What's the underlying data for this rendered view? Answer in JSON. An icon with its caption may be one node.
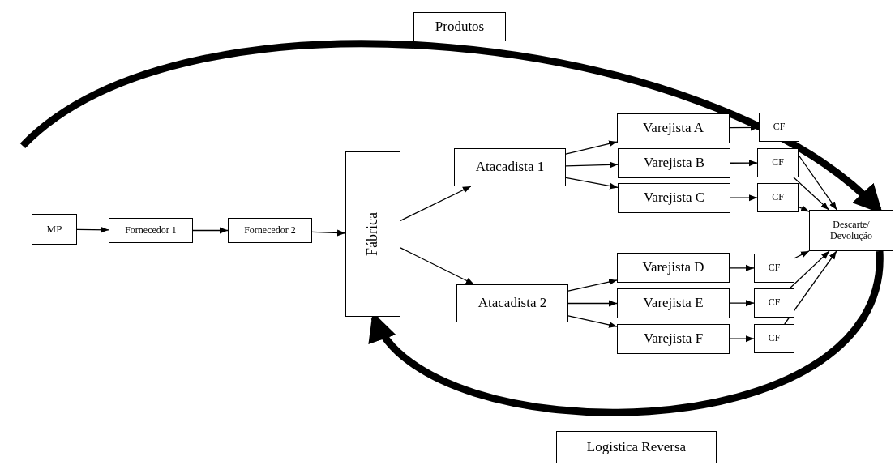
{
  "diagram": {
    "nodes": [
      {
        "text": [
          "Produtos"
        ]
      },
      {
        "text": [
          "MP"
        ]
      },
      {
        "text": [
          "Fornecedor 1"
        ]
      },
      {
        "text": [
          "Fornecedor 2"
        ]
      },
      {
        "text": [
          "Fábrica"
        ]
      },
      {
        "text": [
          "Atacadista 1"
        ]
      },
      {
        "text": [
          "Varejista A"
        ]
      },
      {
        "text": [
          "CF"
        ]
      },
      {
        "text": [
          "Varejista B"
        ]
      },
      {
        "text": [
          "CF"
        ]
      },
      {
        "text": [
          "Varejista C"
        ]
      },
      {
        "text": [
          "CF"
        ]
      },
      {
        "text": [
          "Descarte/ Devolução"
        ]
      },
      {
        "text": [
          "Atacadista 2"
        ]
      },
      {
        "text": [
          "Varejista D"
        ]
      },
      {
        "text": [
          "CF"
        ]
      },
      {
        "text": [
          "Varejista E"
        ]
      },
      {
        "text": [
          "CF"
        ]
      },
      {
        "text": [
          "Varejista F"
        ]
      },
      {
        "text": [
          "CF"
        ]
      },
      {
        "text": [
          "Logística Reversa"
        ]
      }
    ],
    "edges": [
      {
        "from": 1,
        "to": 2,
        "arrow": "to"
      },
      {
        "from": 2,
        "to": 3,
        "arrow": "to"
      },
      {
        "from": 3,
        "to": 4,
        "arrow": "to"
      },
      {
        "from": 4,
        "to": 5,
        "arrow": "to"
      },
      {
        "from": 4,
        "to": 13,
        "arrow": "to"
      },
      {
        "from": 5,
        "to": 6,
        "arrow": "to"
      },
      {
        "from": 5,
        "to": 8,
        "arrow": "to"
      },
      {
        "from": 5,
        "to": 10,
        "arrow": "to"
      },
      {
        "from": 13,
        "to": 14,
        "arrow": "to"
      },
      {
        "from": 13,
        "to": 16,
        "arrow": "to"
      },
      {
        "from": 13,
        "to": 18,
        "arrow": "to"
      },
      {
        "from": 6,
        "to": 7,
        "arrow": "to"
      },
      {
        "from": 8,
        "to": 9,
        "arrow": "to"
      },
      {
        "from": 10,
        "to": 11,
        "arrow": "to"
      },
      {
        "from": 14,
        "to": 15,
        "arrow": "to"
      },
      {
        "from": 16,
        "to": 17,
        "arrow": "to"
      },
      {
        "from": 18,
        "to": 19,
        "arrow": "to"
      },
      {
        "from": 7,
        "to": 12,
        "arrow": "to"
      },
      {
        "from": 9,
        "to": 12,
        "arrow": "to"
      },
      {
        "from": 11,
        "to": 12,
        "arrow": "to"
      },
      {
        "from": 15,
        "to": 12,
        "arrow": "to"
      },
      {
        "from": 17,
        "to": 12,
        "arrow": "to"
      },
      {
        "from": 19,
        "to": 12,
        "arrow": "to"
      },
      {
        "from": null,
        "to": 12,
        "arrow": "to",
        "style": "thick"
      },
      {
        "from": 12,
        "to": 4,
        "arrow": "to",
        "style": "thick"
      }
    ]
  }
}
